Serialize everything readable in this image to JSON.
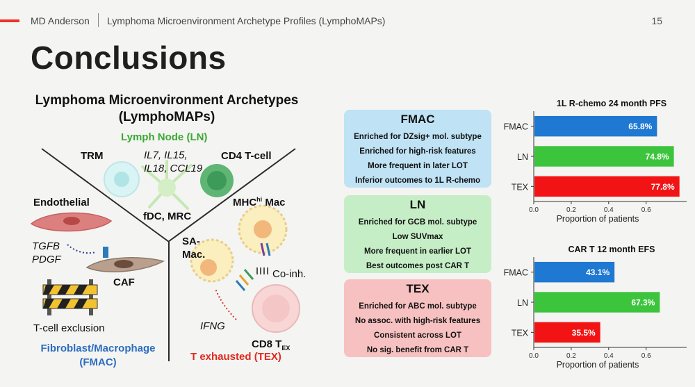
{
  "header": {
    "org": "MD Anderson",
    "title": "Lymphoma Microenvironment Archetype Profiles (LymphoMAPs)",
    "page": "15"
  },
  "slide_title": "Conclusions",
  "diagram": {
    "title_line1": "Lymphoma Microenvironment Archetypes",
    "title_line2": "(LymphoMAPs)",
    "ln_label": "Lymph Node (LN)",
    "trm": "TRM",
    "cytokines_line1": "IL7, IL15,",
    "cytokines_line2": "IL18, CCL19",
    "cd4": "CD4 T-cell",
    "fdc": "fDC, MRC",
    "endothelial": "Endothelial",
    "mhc_main": "MHC",
    "mhc_sup": "hi",
    "mhc_tail": " Mac",
    "tgfb": "TGFB",
    "pdgf": "PDGF",
    "caf": "CAF",
    "sa_mac_line1": "SA-",
    "sa_mac_line2": "Mac.",
    "coinh": "Co-inh.",
    "tcell_exclusion": "T-cell exclusion",
    "ifng": "IFNG",
    "cd8_main": "CD8 T",
    "cd8_sub": "EX",
    "fmac_line1": "Fibroblast/Macrophage",
    "fmac_line2": "(FMAC)",
    "tex_label": "T exhausted (TEX)"
  },
  "boxes": [
    {
      "title": "FMAC",
      "items": [
        "Enriched for DZsig+ mol. subtype",
        "Enriched for high-risk features",
        "More frequent in later LOT",
        "Inferior outcomes to 1L R-chemo"
      ]
    },
    {
      "title": "LN",
      "items": [
        "Enriched for GCB mol. subtype",
        "Low SUVmax",
        "More frequent in earlier LOT",
        "Best outcomes post CAR T"
      ]
    },
    {
      "title": "TEX",
      "items": [
        "Enriched for ABC mol. subtype",
        "No assoc. with high-risk features",
        "Consistent across LOT",
        "No sig. benefit from CAR T"
      ]
    }
  ],
  "colors": {
    "FMAC": "#1f78d1",
    "LN": "#3cc43c",
    "TEX": "#f21414",
    "accent": "#e8342a"
  },
  "chart_data": [
    {
      "type": "bar",
      "orientation": "horizontal",
      "title": "1L R-chemo 24 month PFS",
      "xlabel": "Proportion of patients",
      "categories": [
        "FMAC",
        "LN",
        "TEX"
      ],
      "values": [
        0.658,
        0.748,
        0.778
      ],
      "value_labels": [
        "65.8%",
        "74.8%",
        "77.8%"
      ],
      "xlim": [
        0,
        0.8
      ],
      "ticks": [
        "0.0",
        "0.2",
        "0.4",
        "0.6"
      ]
    },
    {
      "type": "bar",
      "orientation": "horizontal",
      "title": "CAR T 12 month EFS",
      "xlabel": "Proportion of patients",
      "categories": [
        "FMAC",
        "LN",
        "TEX"
      ],
      "values": [
        0.431,
        0.673,
        0.355
      ],
      "value_labels": [
        "43.1%",
        "67.3%",
        "35.5%"
      ],
      "xlim": [
        0,
        0.8
      ],
      "ticks": [
        "0.0",
        "0.2",
        "0.4",
        "0.6"
      ]
    }
  ]
}
